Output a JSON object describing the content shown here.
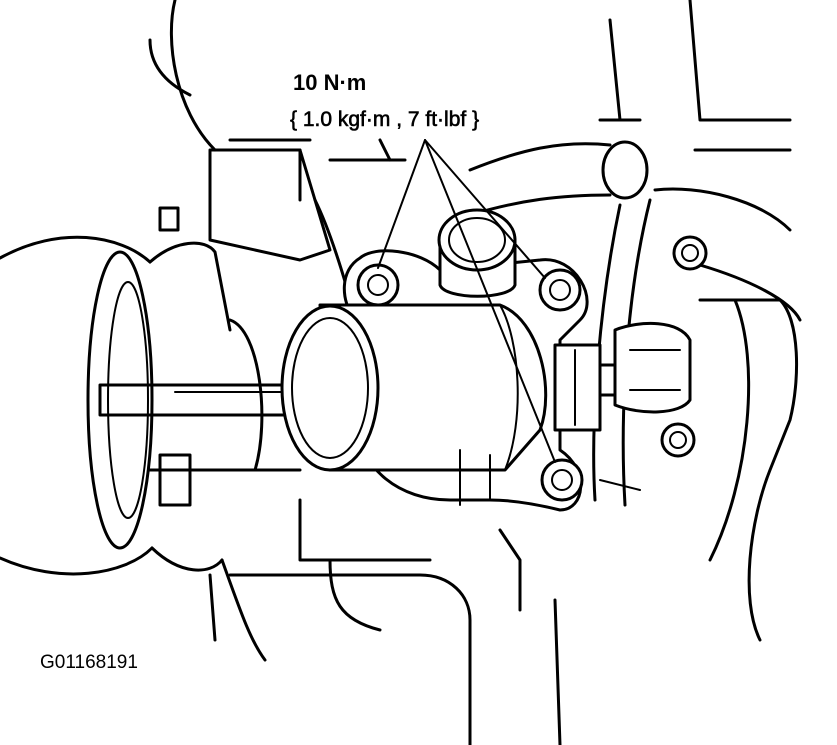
{
  "callout": {
    "torque_primary": "10 N·m",
    "torque_secondary": "{ 1.0 kgf·m , 7 ft·lbf }"
  },
  "figure_id": "G01168191",
  "icons": [
    "thermostat-housing-illustration",
    "leader-arrow"
  ]
}
